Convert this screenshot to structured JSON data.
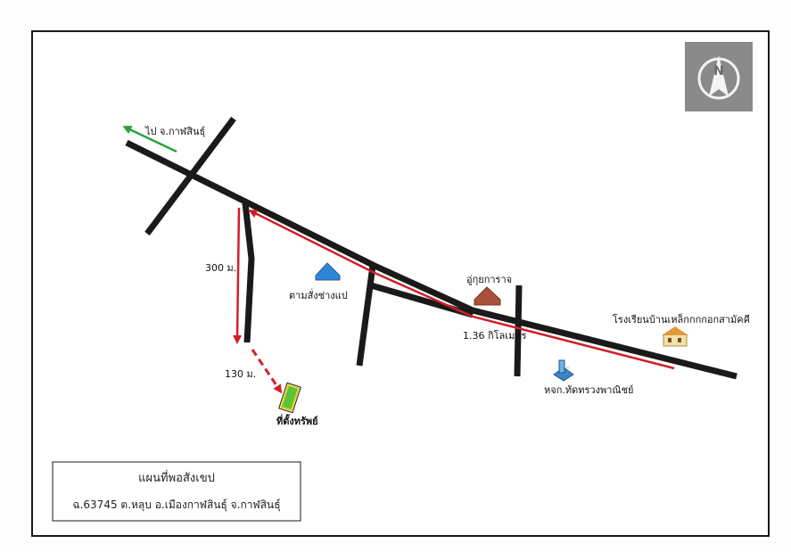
{
  "compass": {
    "icon": "north-arrow-compass-icon",
    "letter": "N"
  },
  "labels": {
    "direction_left": "ไป จ.กาฬสินธุ์",
    "dist_300": "300 ม.",
    "dist_130": "130 ม.",
    "property": "ที่ตั้งทรัพย์",
    "temple": "ตามสั่งช่างแป",
    "shop": "อู่กุยการาจ",
    "distance_km": "1.36 กิโลเมตร",
    "school": "โรงเรียนบ้านเหล็กกกกอกสามัคคี",
    "company": "หจก.ทัดทรวงพาณิชย์"
  },
  "legend": {
    "title": "แผนที่พอสังเขป",
    "subtitle": "ฉ.63745  ต.หลุบ  อ.เมืองกาฬสินธุ์  จ.กาฬสินธุ์"
  },
  "colors": {
    "road": "#1a1a1a",
    "route": "#d0202a",
    "green_arrow": "#2aa33a",
    "property_fill": "#5cc43a",
    "property_border": "#e0d020",
    "blue_marker": "#2f86d6",
    "brown_marker": "#a85038"
  },
  "icons": [
    "school-icon",
    "factory-icon",
    "home-marker-icon",
    "garage-marker-icon"
  ]
}
